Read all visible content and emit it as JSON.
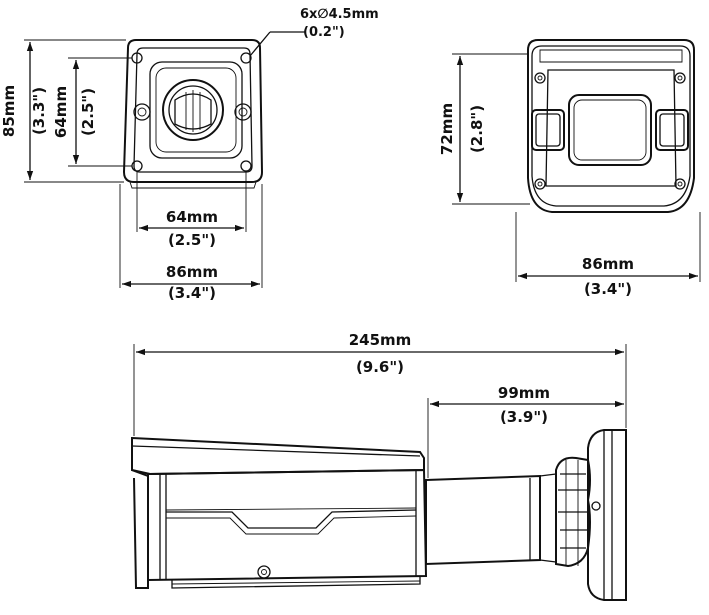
{
  "mount_view": {
    "hole_label": "6x∅4.5mm",
    "hole_label_in": "(0.2\")",
    "height_mm": "85mm",
    "height_in": "(3.3\")",
    "inner_height_mm": "64mm",
    "inner_height_in": "(2.5\")",
    "inner_width_mm": "64mm",
    "inner_width_in": "(2.5\")",
    "width_mm": "86mm",
    "width_in": "(3.4\")"
  },
  "front_view": {
    "height_mm": "72mm",
    "height_in": "(2.8\")",
    "width_mm": "86mm",
    "width_in": "(3.4\")"
  },
  "side_view": {
    "length_mm": "245mm",
    "length_in": "(9.6\")",
    "bracket_mm": "99mm",
    "bracket_in": "(3.9\")"
  }
}
